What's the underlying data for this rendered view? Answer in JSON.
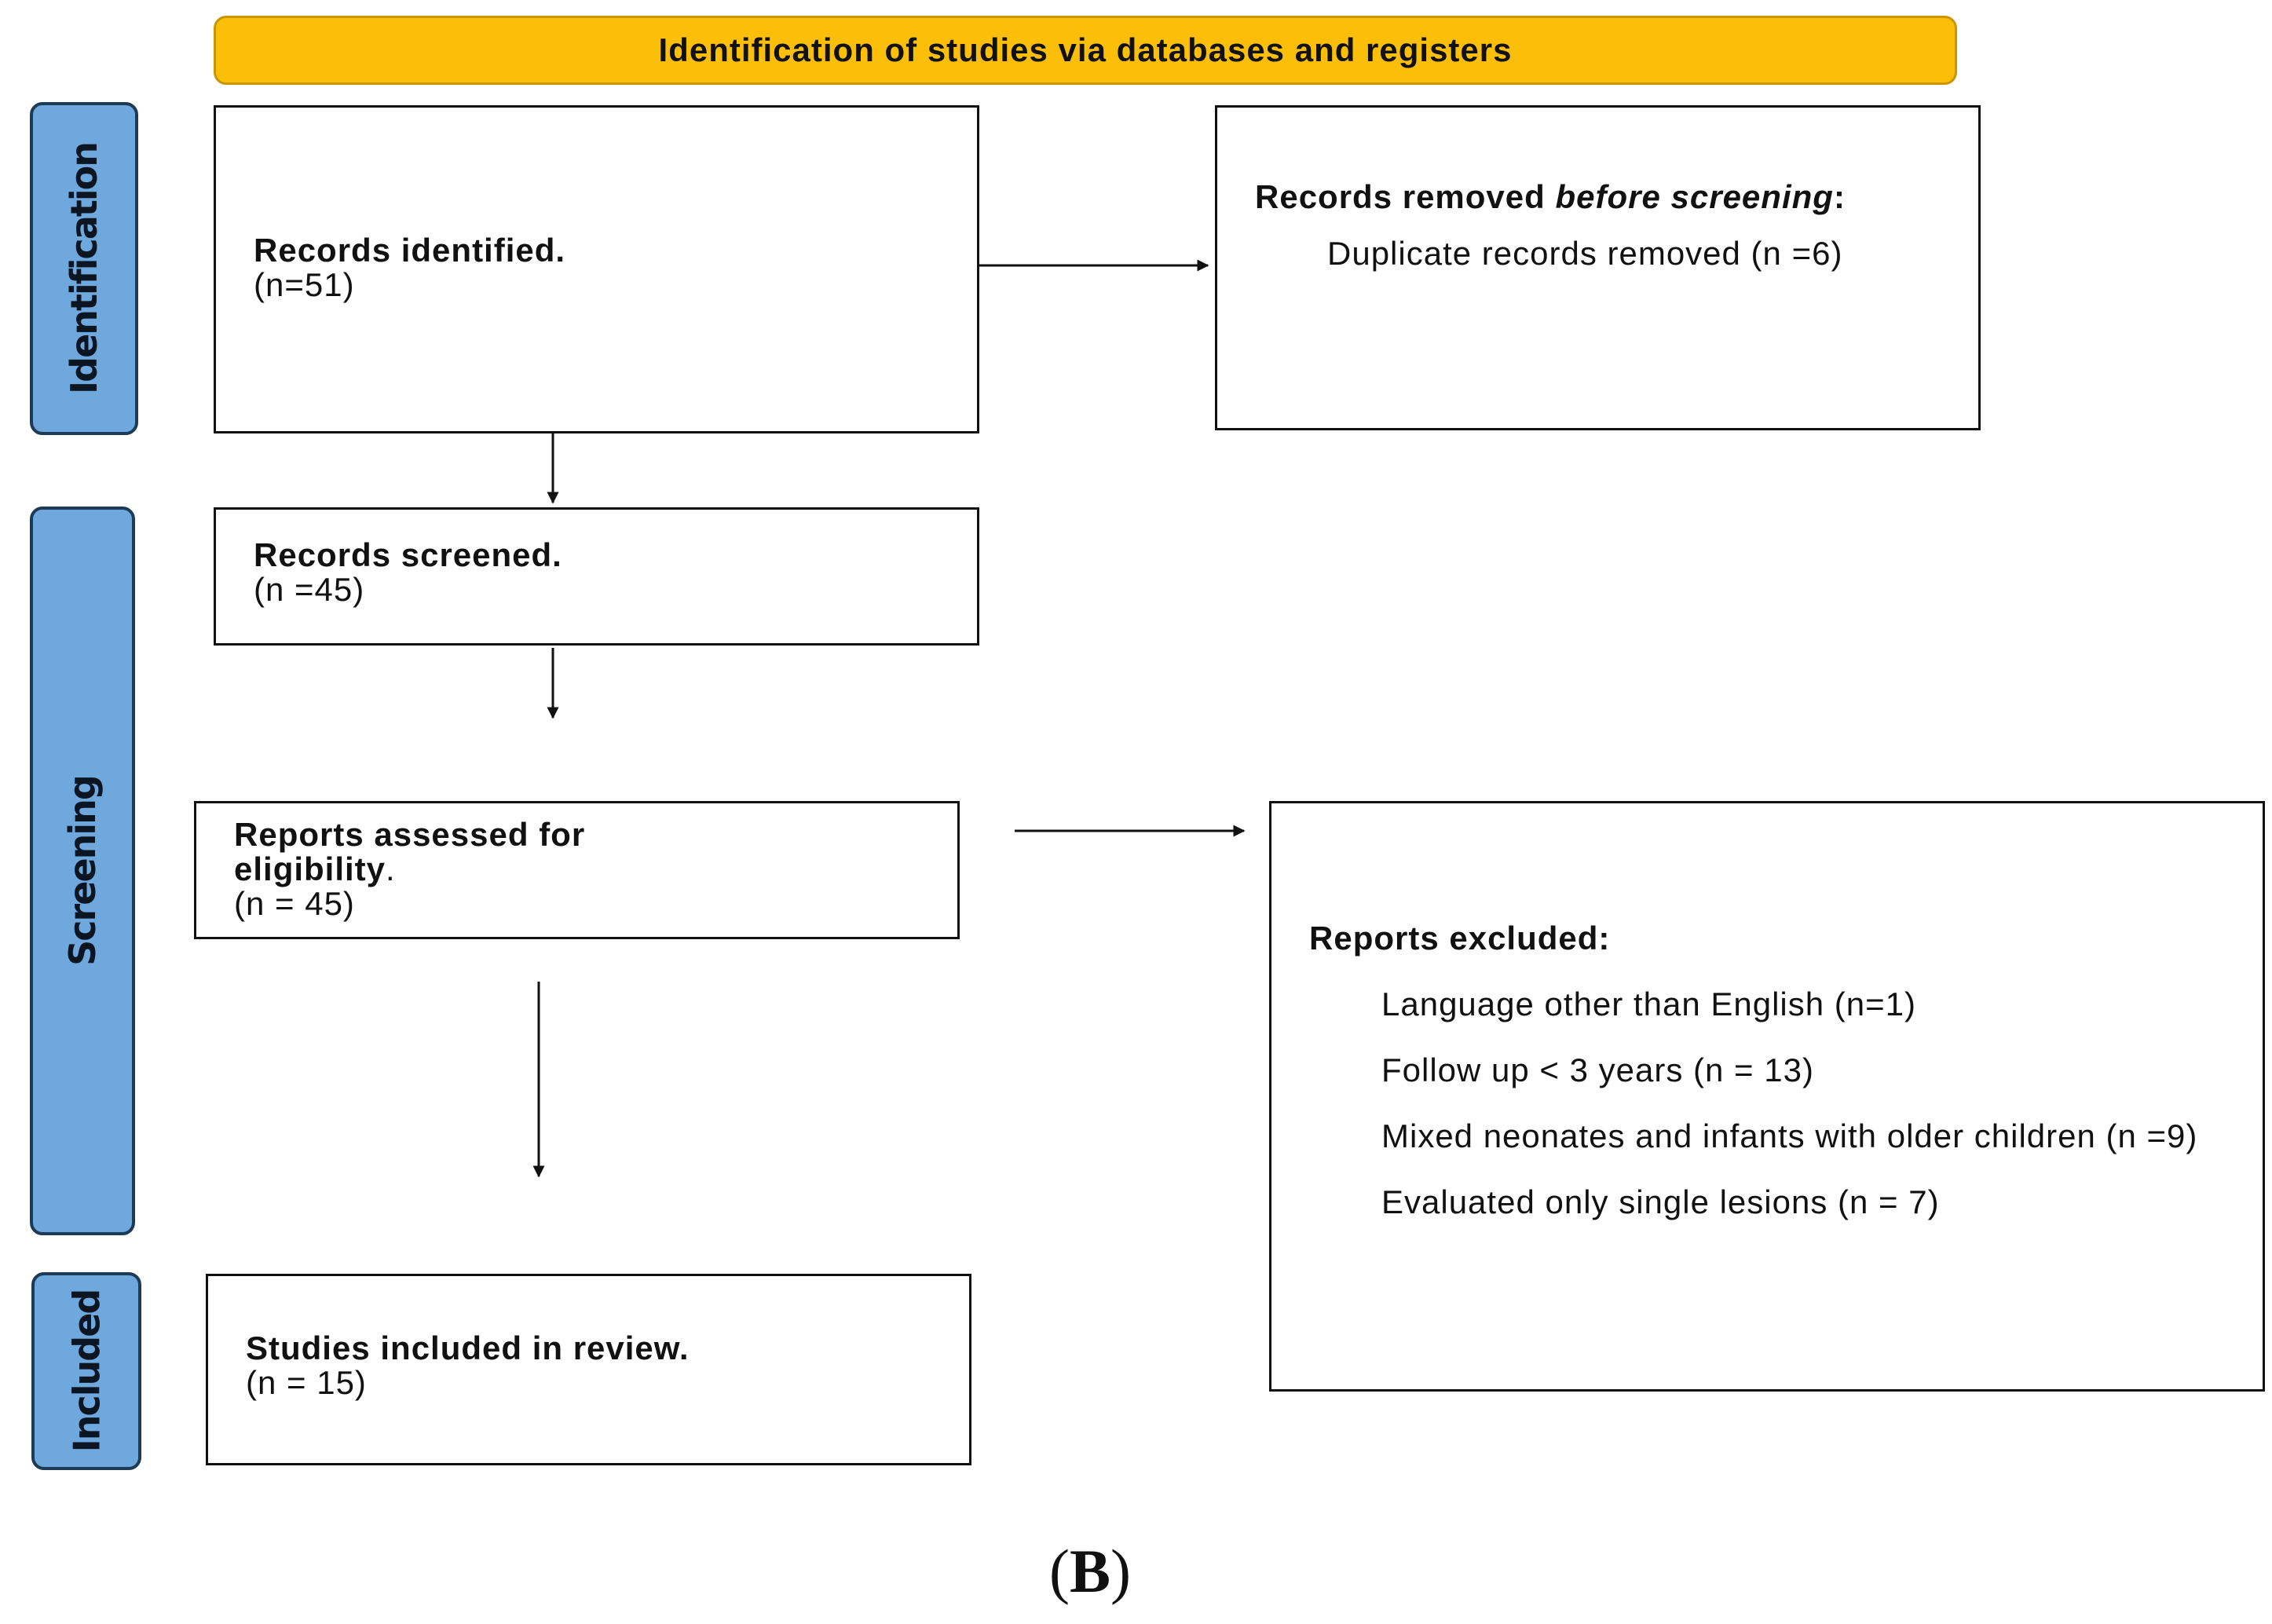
{
  "header": {
    "title": "Identification of studies via databases and registers"
  },
  "phases": {
    "identification": "Identification",
    "screening": "Screening",
    "included": "Included"
  },
  "boxes": {
    "records_identified": {
      "title": "Records identified.",
      "count": "(n=51)"
    },
    "records_removed": {
      "title_prefix": "Records removed ",
      "title_italic": "before screening",
      "title_suffix": ":",
      "item": "Duplicate records removed (n =6)"
    },
    "records_screened": {
      "title": "Records screened.",
      "count": "(n =45)"
    },
    "reports_assessed": {
      "title": "Reports assessed for eligibility",
      "title_suffix": ".",
      "count": "(n = 45)"
    },
    "reports_excluded": {
      "title": "Reports excluded:",
      "items": [
        "Language other than English (n=1)",
        "Follow up < 3 years (n = 13)",
        "Mixed neonates and infants with older children (n =9)",
        "Evaluated only single lesions (n = 7)"
      ]
    },
    "studies_included": {
      "title": "Studies included in review.",
      "count": "(n = 15)"
    }
  },
  "figure_label": {
    "open": "(",
    "letter": "B",
    "close": ")"
  },
  "colors": {
    "header_fill": "#fbbf0a",
    "phase_fill": "#6fa8dc",
    "phase_border": "#1d3b57",
    "box_border": "#111111"
  }
}
